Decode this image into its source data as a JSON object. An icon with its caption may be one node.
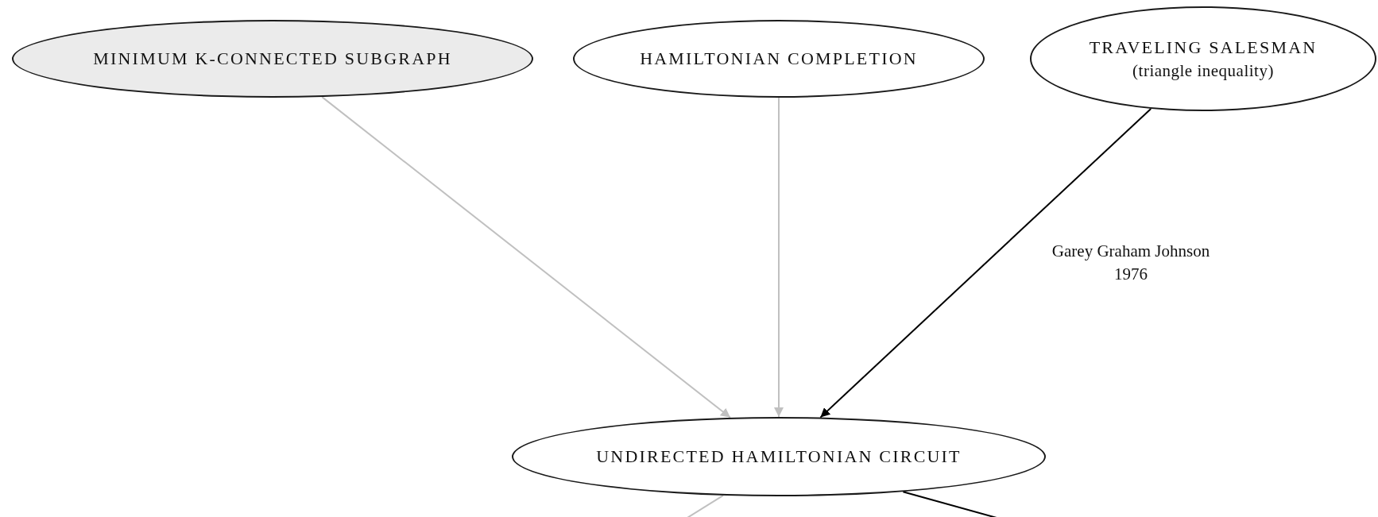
{
  "diagram": {
    "nodes": [
      {
        "text": [
          "MINIMUM K-CONNECTED SUBGRAPH"
        ]
      },
      {
        "text": [
          "HAMILTONIAN COMPLETION"
        ]
      },
      {
        "text": [
          "TRAVELING SALESMAN",
          "(triangle inequality)"
        ]
      },
      {
        "text": [
          "UNDIRECTED HAMILTONIAN CIRCUIT"
        ]
      }
    ],
    "edges": [
      {
        "from": 0,
        "to": 3,
        "arrow": "to"
      },
      {
        "from": 1,
        "to": 3,
        "arrow": "to"
      },
      {
        "from": 2,
        "to": 3,
        "arrow": "to",
        "label": "Garey Graham Johnson 1976",
        "color": "#000000"
      },
      {
        "from": 3,
        "to": null,
        "arrow": "none"
      },
      {
        "from": 3,
        "to": null,
        "arrow": "none",
        "color": "#000000"
      }
    ]
  }
}
